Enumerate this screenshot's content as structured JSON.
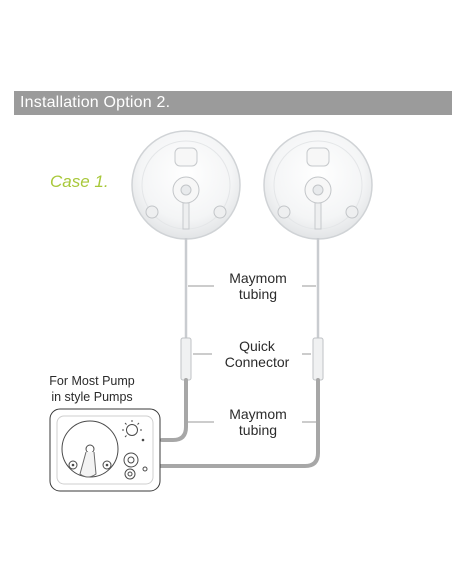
{
  "header": {
    "title": "Installation Option 2."
  },
  "case_label": "Case 1.",
  "labels": {
    "upper_tubing": [
      "Maymom",
      "tubing"
    ],
    "connector": [
      "Quick",
      "Connector"
    ],
    "lower_tubing": [
      "Maymom",
      "tubing"
    ]
  },
  "pump_caption": [
    "For Most Pump",
    "in style Pumps"
  ],
  "colors": {
    "header_bg": "#9b9b9b",
    "header_text": "#ffffff",
    "case_accent": "#a8c83a",
    "tube_gray": "#a7a7a7",
    "text": "#2b2b2b"
  }
}
